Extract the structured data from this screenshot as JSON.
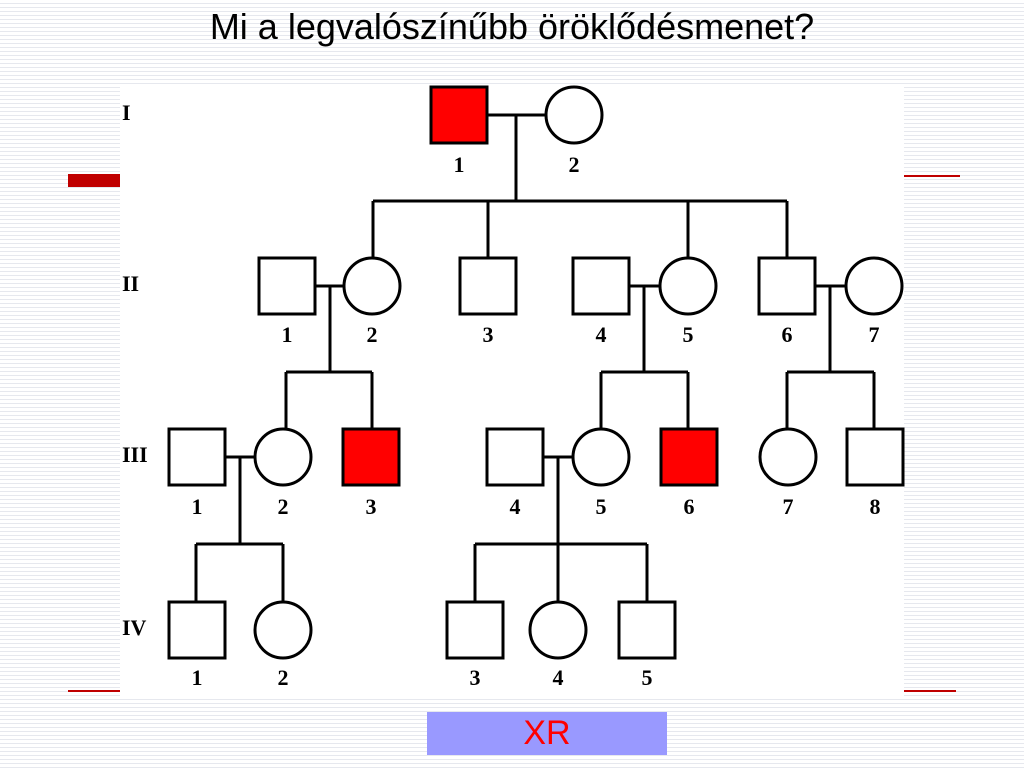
{
  "title": "Mi a legvalószínűbb öröklődésmenet?",
  "answer": "XR",
  "colors": {
    "affected": "#ff0000",
    "answer_bg": "#9999ff",
    "answer_text": "#ff0000",
    "accent_bar": "#c00000"
  },
  "generations": [
    {
      "label": "I",
      "individuals": [
        {
          "num": "1",
          "sex": "male",
          "affected": true
        },
        {
          "num": "2",
          "sex": "female",
          "affected": false
        }
      ]
    },
    {
      "label": "II",
      "individuals": [
        {
          "num": "1",
          "sex": "male",
          "affected": false
        },
        {
          "num": "2",
          "sex": "female",
          "affected": false
        },
        {
          "num": "3",
          "sex": "male",
          "affected": false
        },
        {
          "num": "4",
          "sex": "male",
          "affected": false
        },
        {
          "num": "5",
          "sex": "female",
          "affected": false
        },
        {
          "num": "6",
          "sex": "male",
          "affected": false
        },
        {
          "num": "7",
          "sex": "female",
          "affected": false
        }
      ]
    },
    {
      "label": "III",
      "individuals": [
        {
          "num": "1",
          "sex": "male",
          "affected": false
        },
        {
          "num": "2",
          "sex": "female",
          "affected": false
        },
        {
          "num": "3",
          "sex": "male",
          "affected": true
        },
        {
          "num": "4",
          "sex": "male",
          "affected": false
        },
        {
          "num": "5",
          "sex": "female",
          "affected": false
        },
        {
          "num": "6",
          "sex": "male",
          "affected": true
        },
        {
          "num": "7",
          "sex": "female",
          "affected": false
        },
        {
          "num": "8",
          "sex": "male",
          "affected": false
        }
      ]
    },
    {
      "label": "IV",
      "individuals": [
        {
          "num": "1",
          "sex": "male",
          "affected": false
        },
        {
          "num": "2",
          "sex": "female",
          "affected": false
        },
        {
          "num": "3",
          "sex": "male",
          "affected": false
        },
        {
          "num": "4",
          "sex": "female",
          "affected": false
        },
        {
          "num": "5",
          "sex": "male",
          "affected": false
        }
      ]
    }
  ]
}
